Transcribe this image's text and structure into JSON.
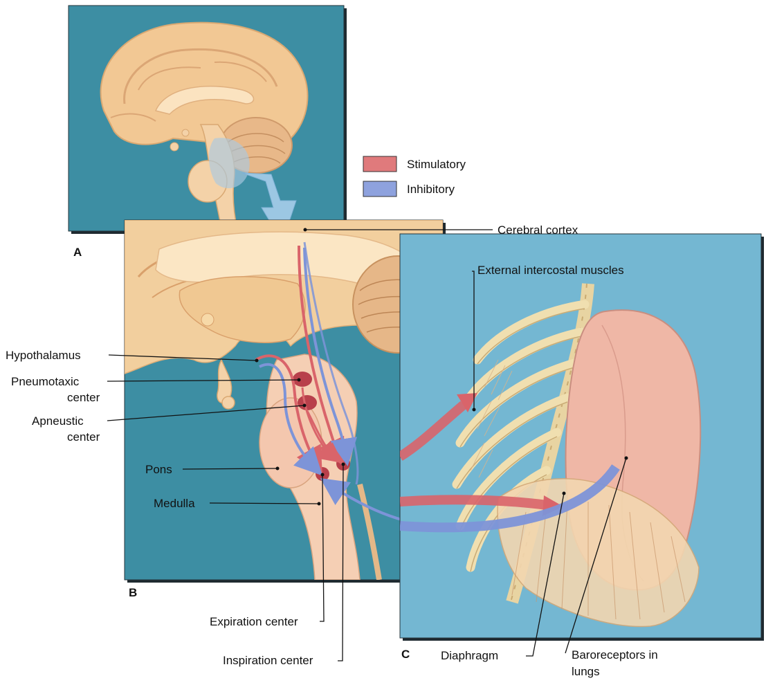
{
  "legend": [
    {
      "label": "Stimulatory",
      "color": "#e07a7c"
    },
    {
      "label": "Inhibitory",
      "color": "#8ea2de"
    }
  ],
  "panels": {
    "a": "A",
    "b": "B",
    "c": "C"
  },
  "labels": {
    "cerebral_cortex": "Cerebral cortex",
    "external_intercostal": "External intercostal muscles",
    "hypothalamus": "Hypothalamus",
    "pneumotaxic_1": "Pneumotaxic",
    "pneumotaxic_2": "center",
    "apneustic_1": "Apneustic",
    "apneustic_2": "center",
    "pons": "Pons",
    "medulla": "Medulla",
    "expiration_center": "Expiration center",
    "inspiration_center": "Inspiration center",
    "diaphragm": "Diaphragm",
    "baroreceptors_1": "Baroreceptors in",
    "baroreceptors_2": "lungs"
  },
  "colors": {
    "background_blue": "#3d8ea3",
    "panel_c_blue": "#74b7d2",
    "brain_tan": "#f2cf9e",
    "stimulatory": "#d9646a",
    "inhibitory": "#7d94d8",
    "lung_pink": "#efb7a6"
  }
}
